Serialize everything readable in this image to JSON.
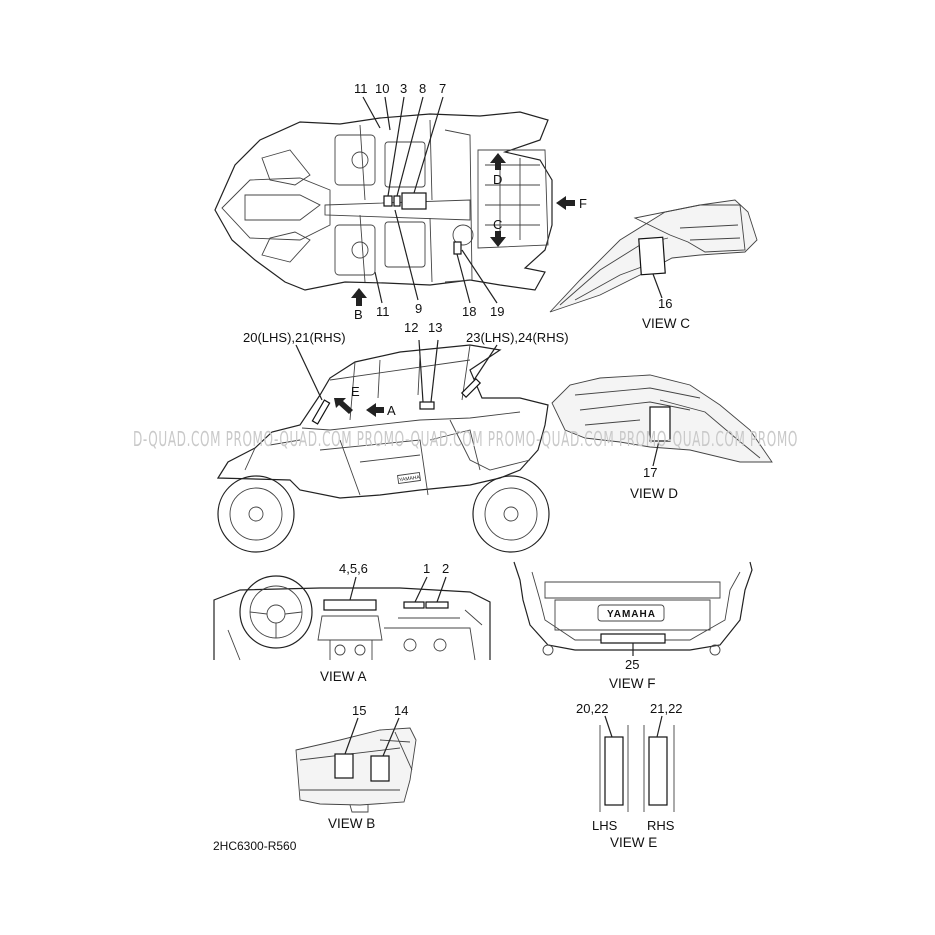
{
  "diagram_code": "2HC6300-R560",
  "watermark": "D-QUAD.COM PROMO-QUAD.COM PROMO-QUAD.COM PROMO-QUAD.COM PROMO-QUAD.COM PROMO",
  "top_view": {
    "callouts_top": [
      "11",
      "10",
      "3",
      "8",
      "7"
    ],
    "callouts_bottom": [
      "11",
      "9",
      "18",
      "19"
    ],
    "arrow_b": "B",
    "arrow_c": "C",
    "arrow_d": "D",
    "arrow_f": "F"
  },
  "view_c": {
    "caption": "VIEW C",
    "callout": "16"
  },
  "side_view": {
    "callout_left": "20(LHS),21(RHS)",
    "callout_12": "12",
    "callout_13": "13",
    "callout_right": "23(LHS),24(RHS)",
    "arrow_e": "E",
    "arrow_a": "A",
    "badge": "YAMAHA"
  },
  "view_d": {
    "caption": "VIEW D",
    "callout": "17"
  },
  "view_a": {
    "caption": "VIEW A",
    "callout_456": "4,5,6",
    "callout_1": "1",
    "callout_2": "2"
  },
  "view_f": {
    "caption": "VIEW F",
    "callout": "25",
    "badge": "YAMAHA"
  },
  "view_b": {
    "caption": "VIEW B",
    "callout_15": "15",
    "callout_14": "14"
  },
  "view_e": {
    "caption": "VIEW E",
    "callout_left": "20,22",
    "callout_right": "21,22",
    "label_left": "LHS",
    "label_right": "RHS"
  }
}
